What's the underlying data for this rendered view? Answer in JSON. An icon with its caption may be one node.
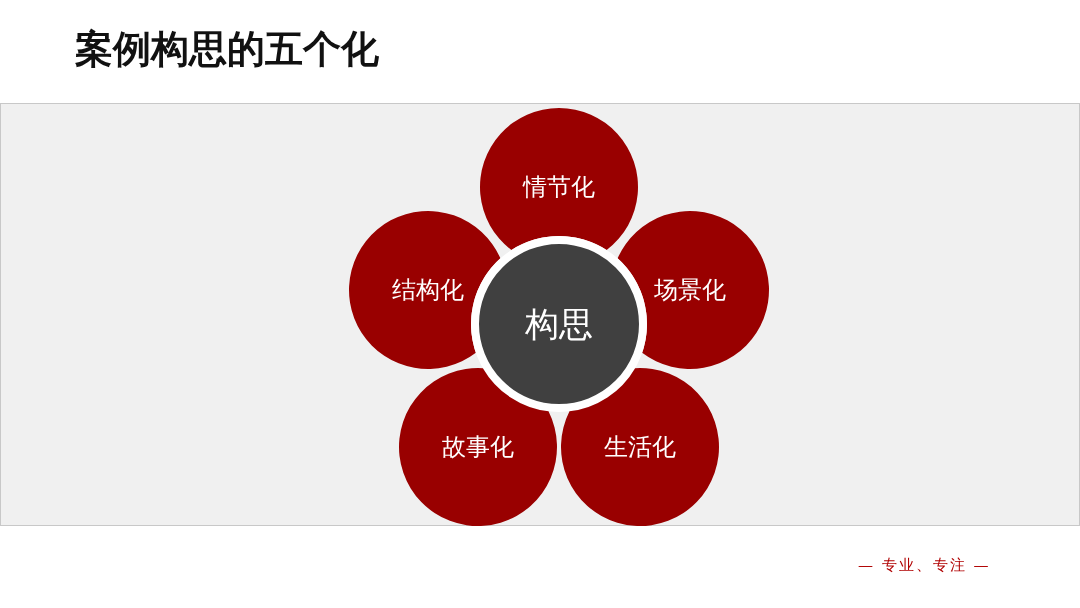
{
  "diagram": {
    "title": "案例构思的五个化",
    "nodes": [
      {
        "text": [
          "情节化"
        ]
      },
      {
        "text": [
          "结构化"
        ]
      },
      {
        "text": [
          "场景化"
        ]
      },
      {
        "text": [
          "构思"
        ]
      },
      {
        "text": [
          "故事化"
        ]
      },
      {
        "text": [
          "生活化"
        ]
      }
    ],
    "labels": [
      "— 专业、专注 —"
    ]
  }
}
